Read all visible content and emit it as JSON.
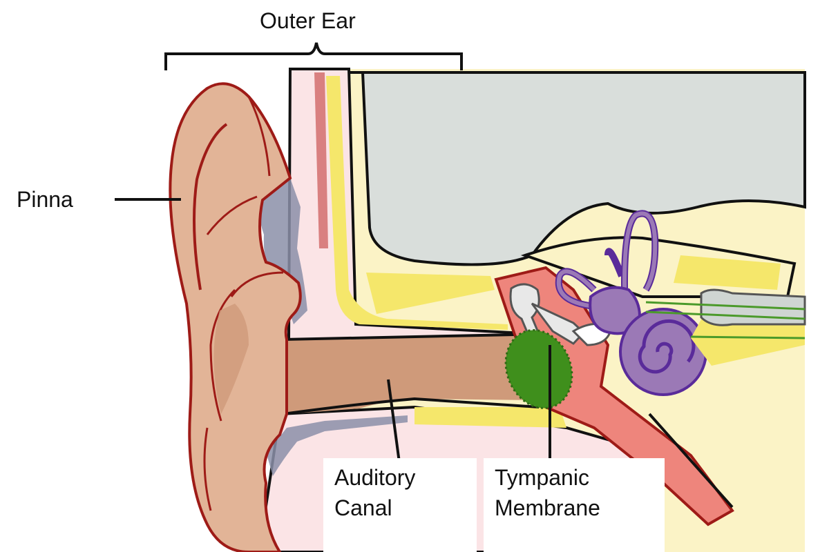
{
  "labels": {
    "outer_ear": "Outer Ear",
    "pinna": "Pinna",
    "auditory_canal": [
      "Auditory",
      "Canal"
    ],
    "tympanic_membrane": [
      "Tympanic",
      "Membrane"
    ]
  },
  "colors": {
    "skin": "#e2b497",
    "skin_dark": "#cf9a7a",
    "outline_red": "#9e1b17",
    "bone_fill": "#fbe4e6",
    "cartilage": "#8b8fa8",
    "skull_gray": "#d9dedb",
    "bone_yellow": "#fbf3c6",
    "yellow_accent": "#f5e76b",
    "middle_ear_red": "#ee857c",
    "eardrum_green": "#3f8f1c",
    "cochlea_purple": "#9b79b6",
    "purple_outline": "#5a2b9a",
    "nerve_green": "#4b9a2a",
    "ossicle_gray": "#e8e8e8"
  }
}
